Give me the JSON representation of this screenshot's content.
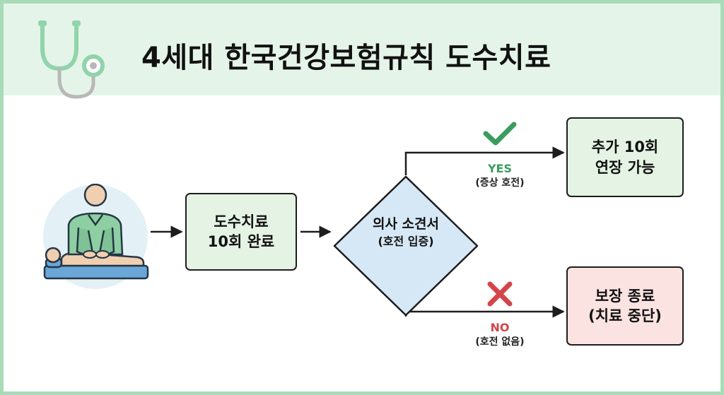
{
  "header": {
    "title": "4세대 한국건강보험규칙 도수치료"
  },
  "flow": {
    "start_box": {
      "line1": "도수치료",
      "line2": "10회 완료"
    },
    "decision": {
      "line1": "의사 소견서",
      "line2": "(호전 입증)"
    },
    "yes_branch": {
      "label": "YES",
      "condition": "(증상 호전)"
    },
    "no_branch": {
      "label": "NO",
      "condition": "(호전 없음)"
    },
    "yes_result": {
      "line1": "추가 10회",
      "line2": "연장 가능"
    },
    "no_result": {
      "line1": "보장 종료",
      "line2": "(치료 중단)"
    }
  },
  "icons": {
    "header_icon": "stethoscope-icon",
    "therapy_icon": "physical-therapy-icon",
    "yes_icon": "checkmark-icon",
    "no_icon": "x-mark-icon"
  },
  "colors": {
    "header_bg": "#e5f4e8",
    "border": "#a9dbb8",
    "green_box": "#e4f3e4",
    "pink_box": "#fbe3e2",
    "diamond": "#d6e8f6",
    "yes": "#3a9d5c",
    "no": "#d4454a"
  }
}
